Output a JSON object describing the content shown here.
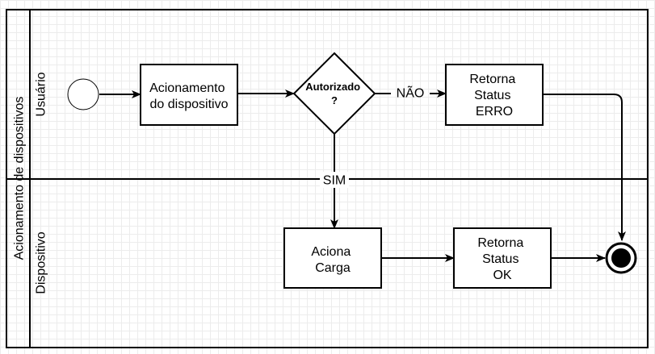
{
  "pool": {
    "title": "Acionamento de dispositivos",
    "lanes": [
      {
        "id": "user",
        "label": "Usuário"
      },
      {
        "id": "device",
        "label": "Dispositivo"
      }
    ]
  },
  "nodes": {
    "activate": {
      "lines": [
        "Acionamento",
        "do dispositivo"
      ]
    },
    "decision": {
      "lines": [
        "Autorizado",
        "?"
      ]
    },
    "error": {
      "lines": [
        "Retorna",
        "Status",
        "ERRO"
      ]
    },
    "load": {
      "lines": [
        "Aciona",
        "Carga"
      ]
    },
    "ok": {
      "lines": [
        "Retorna",
        "Status",
        "OK"
      ]
    }
  },
  "edges": {
    "no_label": "NÃO",
    "yes_label": "SIM"
  },
  "colors": {
    "stroke": "#000000",
    "fill": "#ffffff",
    "grid": "#ececec",
    "end_fill": "#000000"
  }
}
